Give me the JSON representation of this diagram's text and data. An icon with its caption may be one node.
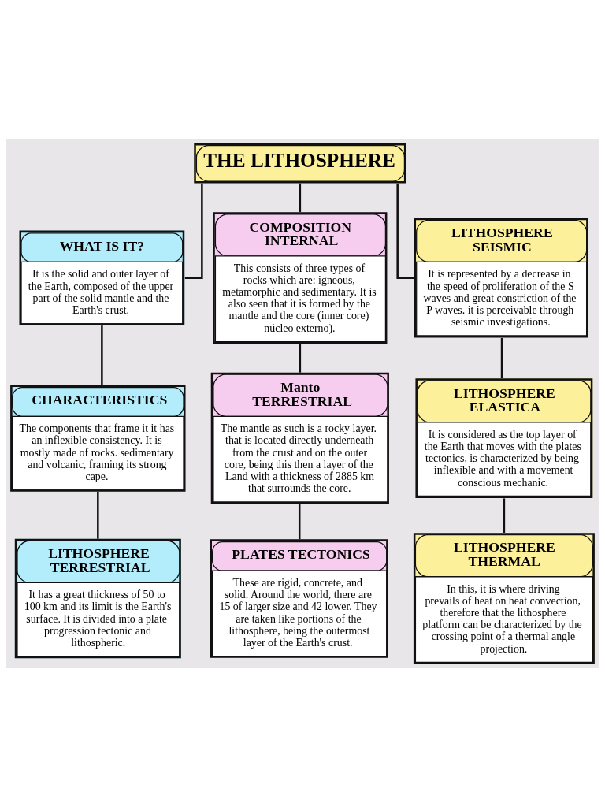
{
  "diagram": {
    "nodes": [
      {
        "text": [
          "THE LITHOSPHERE"
        ]
      },
      {
        "text": [
          "WHAT IS IT?",
          "It is the solid and outer layer of the Earth, composed of the upper part of the solid mantle and the Earth's crust."
        ]
      },
      {
        "text": [
          "CHARACTERISTICS",
          "The components that frame it it has an inflexible consistency. It is mostly made of rocks. sedimentary and volcanic, framing its strong cape."
        ]
      },
      {
        "text": [
          "LITHOSPHERE TERRESTRIAL",
          "It has a great thickness of 50 to 100 km and its limit is the Earth's surface. It is divided into a plate progression tectonic and lithospheric."
        ]
      },
      {
        "text": [
          "COMPOSITION INTERNAL",
          "This consists of three types of rocks which are: igneous, metamorphic and sedimentary. It is also seen that it is formed by the mantle and the core (inner core) núcleo externo)."
        ]
      },
      {
        "text": [
          "Manto TERRESTRIAL",
          "The mantle as such is a rocky layer. that is located directly underneath from the crust and on the outer core, being this then a layer of the Land with a thickness of 2885 km that surrounds the core."
        ]
      },
      {
        "text": [
          "PLATES TECTONICS",
          "These are rigid, concrete, and solid. Around the world, there are 15 of larger size and 42 lower. They are taken like portions of the lithosphere, being the outermost layer of the Earth's crust."
        ]
      },
      {
        "text": [
          "LITHOSPHERE SEISMIC",
          "It is represented by a decrease in the speed of proliferation of the S waves and great constriction of the P waves. it is perceivable through seismic investigations."
        ]
      },
      {
        "text": [
          "LITHOSPHERE ELASTICA",
          "It is considered as the top layer of the Earth that moves with the plates tectonics, is characterized by being inflexible and with a movement conscious mechanic."
        ]
      },
      {
        "text": [
          "LITHOSPHERE THERMAL",
          "In this, it is where driving prevails of heat on heat convection, therefore that the lithosphere platform can be characterized by the crossing point of a thermal angle projection."
        ]
      }
    ],
    "edges": [
      {
        "from": 0,
        "to": 1,
        "arrow": "none"
      },
      {
        "from": 0,
        "to": 4,
        "arrow": "none"
      },
      {
        "from": 0,
        "to": 7,
        "arrow": "none"
      },
      {
        "from": 1,
        "to": 2,
        "arrow": "none"
      },
      {
        "from": 2,
        "to": 3,
        "arrow": "none"
      },
      {
        "from": 4,
        "to": 5,
        "arrow": "none"
      },
      {
        "from": 5,
        "to": 6,
        "arrow": "none"
      },
      {
        "from": 7,
        "to": 8,
        "arrow": "none"
      },
      {
        "from": 8,
        "to": 9,
        "arrow": "none"
      }
    ]
  }
}
